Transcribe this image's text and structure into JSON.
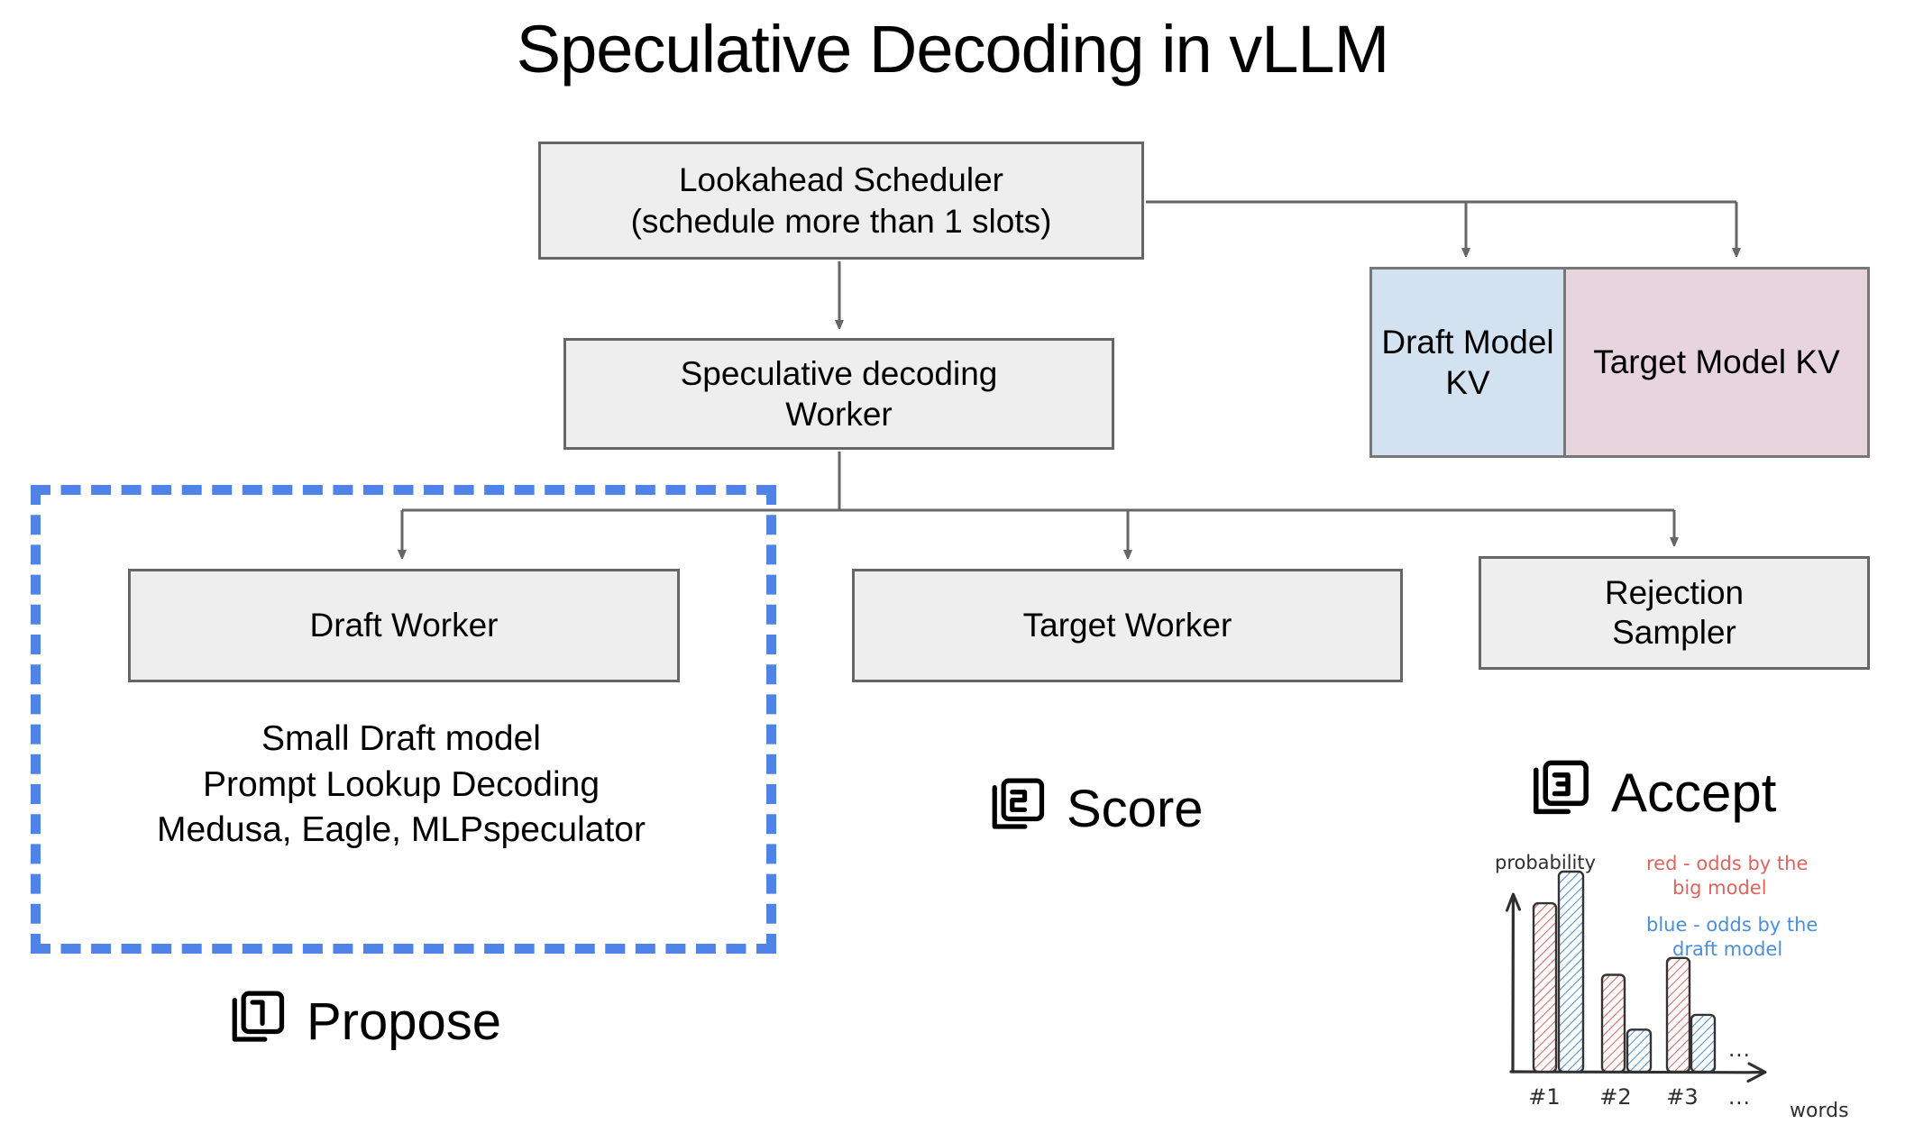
{
  "title": "Speculative Decoding in vLLM",
  "boxes": {
    "scheduler": {
      "line1": "Lookahead Scheduler",
      "line2": "(schedule more than 1 slots)"
    },
    "spec_worker": {
      "line1": "Speculative decoding",
      "line2": "Worker"
    },
    "draft_worker": {
      "label": "Draft Worker"
    },
    "target_worker": {
      "label": "Target Worker"
    },
    "rejection_sampler": {
      "line1": "Rejection",
      "line2": "Sampler"
    },
    "draft_kv": {
      "line1": "Draft",
      "line2": "Model",
      "line3": "KV"
    },
    "target_kv": {
      "line1": "Target Model",
      "line2": "KV"
    }
  },
  "draft_details": [
    "Small Draft model",
    "Prompt Lookup Decoding",
    "Medusa, Eagle, MLPspeculator"
  ],
  "steps": [
    {
      "number": "1",
      "label": "Propose"
    },
    {
      "number": "2",
      "label": "Score"
    },
    {
      "number": "3",
      "label": "Accept"
    }
  ],
  "colors": {
    "box_fill": "#eeeeee",
    "box_border": "#666666",
    "draft_kv_fill": "#d3e2f1",
    "target_kv_fill": "#e7d4dd",
    "dashed_highlight": "#5083e8",
    "chart_red": "#e0645e",
    "chart_blue": "#4a90d9",
    "ink": "#2f2f2f"
  },
  "chart_data": {
    "type": "bar",
    "title": "",
    "xlabel": "words",
    "ylabel": "probability",
    "categories": [
      "#1",
      "#2",
      "#3",
      "..."
    ],
    "tick_labels": [
      "#1",
      "#2",
      "#3",
      "..."
    ],
    "ylim": [
      0,
      1
    ],
    "grid": false,
    "legend_position": "upper-right",
    "series": [
      {
        "name": "red - odds by the big model",
        "color": "#e0645e",
        "values": [
          0.8,
          0.46,
          0.54,
          null
        ]
      },
      {
        "name": "blue - odds by the draft model",
        "color": "#4a90d9",
        "values": [
          0.95,
          0.2,
          0.27,
          null
        ]
      }
    ],
    "legend": [
      {
        "line1": "red - odds by the",
        "line2": "big model",
        "color": "#e0645e"
      },
      {
        "line1": "blue - odds by the",
        "line2": "draft model",
        "color": "#4a90d9"
      }
    ],
    "annotations": [
      "...",
      "..."
    ]
  }
}
